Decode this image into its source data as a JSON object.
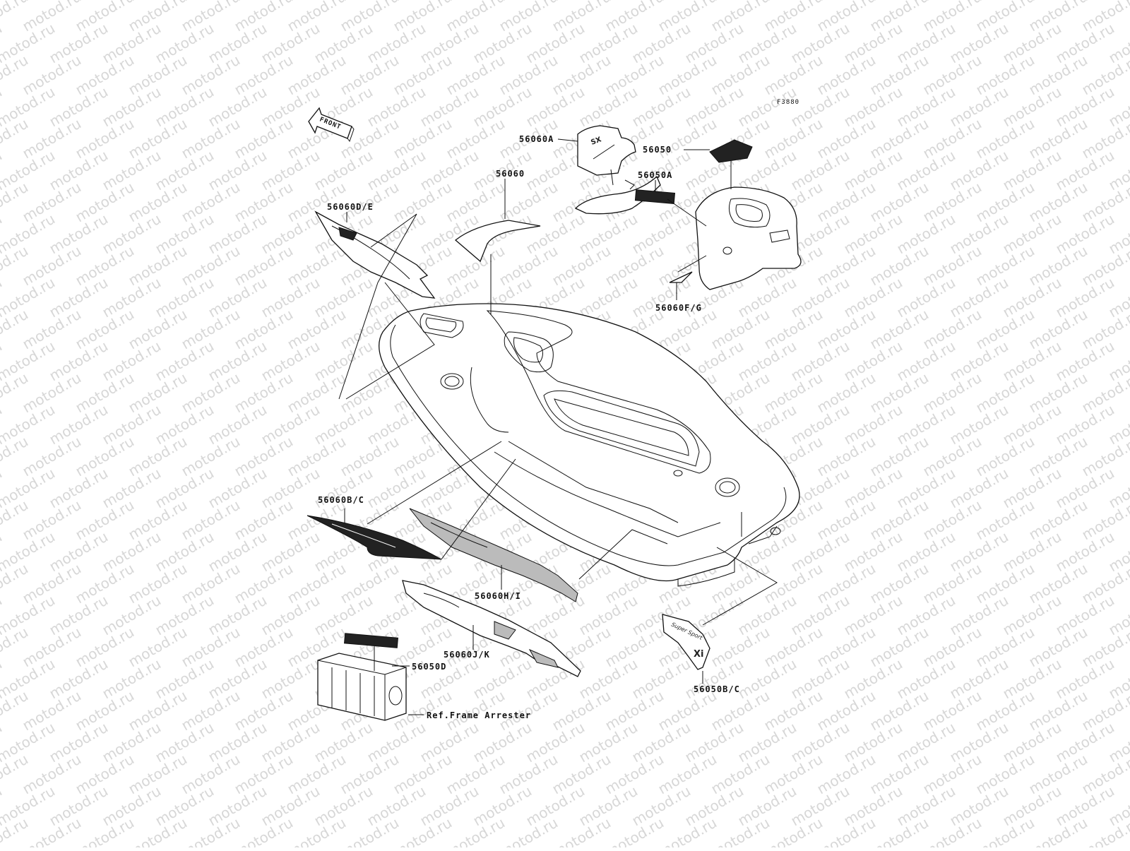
{
  "diagram": {
    "code": "F3880",
    "watermark": "motod.ru",
    "front_label": "FRONT",
    "callouts": [
      {
        "id": "c-56060a",
        "text": "56060A"
      },
      {
        "id": "c-56050",
        "text": "56050"
      },
      {
        "id": "c-56060",
        "text": "56060"
      },
      {
        "id": "c-56060de",
        "text": "56060D/E"
      },
      {
        "id": "c-56050a",
        "text": "56050A"
      },
      {
        "id": "c-56060fg",
        "text": "56060F/G"
      },
      {
        "id": "c-56060bc",
        "text": "56060B/C"
      },
      {
        "id": "c-56060hi",
        "text": "56060H/I"
      },
      {
        "id": "c-56060jk",
        "text": "56060J/K"
      },
      {
        "id": "c-56050d",
        "text": "56050D"
      },
      {
        "id": "c-56050bc",
        "text": "56050B/C"
      },
      {
        "id": "c-ref",
        "text": "Ref.Frame Arrester"
      }
    ]
  }
}
